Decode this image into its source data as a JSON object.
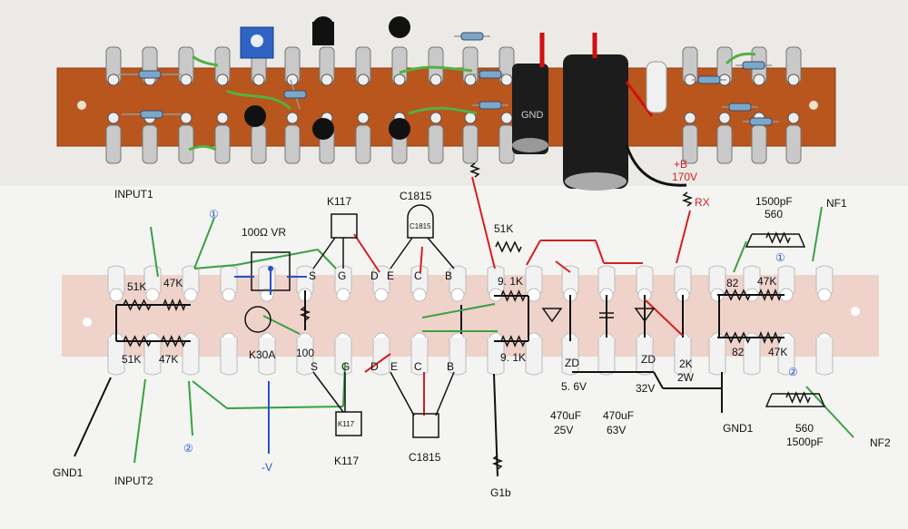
{
  "photo": {
    "caption_can_left": "GND",
    "colors": {
      "board": "#b8561e",
      "cap": "#1c1c1c",
      "lug": "#c9c9c9"
    }
  },
  "labels": {
    "input1": "INPUT1",
    "input2": "INPUT2",
    "gnd1_left": "GND1",
    "gnd1_right": "GND1",
    "minus_v": "-V",
    "g1b": "G1b",
    "nf1": "NF1",
    "nf2": "NF2",
    "plus_b": "+B",
    "plus_b_volt": "170V",
    "rx": "RX",
    "circle1_left": "①",
    "circle2_left": "②",
    "circle1_right": "①",
    "circle2_right": "②",
    "vr_100": "100Ω  VR",
    "k117_top": "K117",
    "c1815_top": "C1815",
    "c1815_body": "C1815",
    "k117_bottom": "K117",
    "k117_body": "K117",
    "c1815_bottom": "C1815",
    "k30a": "K30A",
    "r100": "100",
    "s_top": "S",
    "g_top": "G",
    "d_top": "D",
    "e_top": "E",
    "c_top": "C",
    "b_top": "B",
    "s_bot": "S",
    "g_bot": "G",
    "d_bot": "D",
    "e_bot": "E",
    "c_bot": "C",
    "b_bot": "B",
    "r51k_top_left": "51K",
    "r47k_top_left": "47K",
    "r51k_bot_left": "51K",
    "r47k_bot_left": "47K",
    "r51k_mid": "51K",
    "r9k1_top": "9. 1K",
    "r9k1_bot": "9. 1K",
    "zd_left": "ZD",
    "zd_left_v": "5. 6V",
    "zd_mid": "ZD",
    "zd_mid_v": "32V",
    "r2k": "2K",
    "r2w": "2W",
    "cap470_25": "470uF",
    "cap470_25v": "25V",
    "cap470_63": "470uF",
    "cap470_63v": "63V",
    "r82_top": "82",
    "r47k_top_right": "47K",
    "r82_bot": "82",
    "r47k_bot_right": "47K",
    "c1500_top": "1500pF",
    "c560_top": "560",
    "c560_bot": "560",
    "c1500_bot": "1500pF"
  }
}
